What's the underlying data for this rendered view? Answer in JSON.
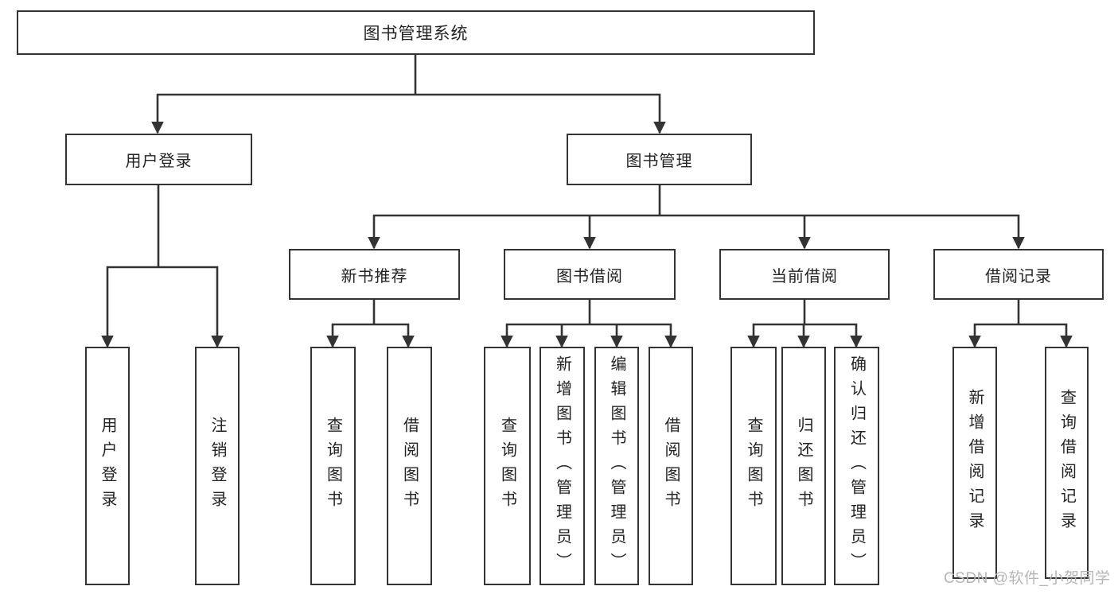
{
  "diagram_title": "图书管理系统",
  "colors": {
    "background": "#ffffff",
    "line": "#333333",
    "text": "#232323",
    "watermark": "#b5b5b5"
  },
  "watermark": "CSDN @软件_小贺同学",
  "nodes": {
    "root": {
      "label": "图书管理系统"
    },
    "level1": [
      {
        "label": "用户登录"
      },
      {
        "label": "图书管理"
      }
    ],
    "level2": [
      {
        "label": "新书推荐",
        "parent": "图书管理"
      },
      {
        "label": "图书借阅",
        "parent": "图书管理"
      },
      {
        "label": "当前借阅",
        "parent": "图书管理"
      },
      {
        "label": "借阅记录",
        "parent": "图书管理"
      }
    ],
    "leaves": [
      {
        "label": "用户登录",
        "parent": "用户登录"
      },
      {
        "label": "注销登录",
        "parent": "用户登录"
      },
      {
        "label": "查询图书",
        "parent": "新书推荐"
      },
      {
        "label": "借阅图书",
        "parent": "新书推荐"
      },
      {
        "label": "查询图书",
        "parent": "图书借阅"
      },
      {
        "label": "新增图书（管理员）",
        "parent": "图书借阅"
      },
      {
        "label": "编辑图书（管理员）",
        "parent": "图书借阅"
      },
      {
        "label": "借阅图书",
        "parent": "图书借阅"
      },
      {
        "label": "查询图书",
        "parent": "当前借阅"
      },
      {
        "label": "归还图书",
        "parent": "当前借阅"
      },
      {
        "label": "确认归还（管理员）",
        "parent": "当前借阅"
      },
      {
        "label": "新增借阅记录",
        "parent": "借阅记录"
      },
      {
        "label": "查询借阅记录",
        "parent": "借阅记录"
      }
    ]
  }
}
